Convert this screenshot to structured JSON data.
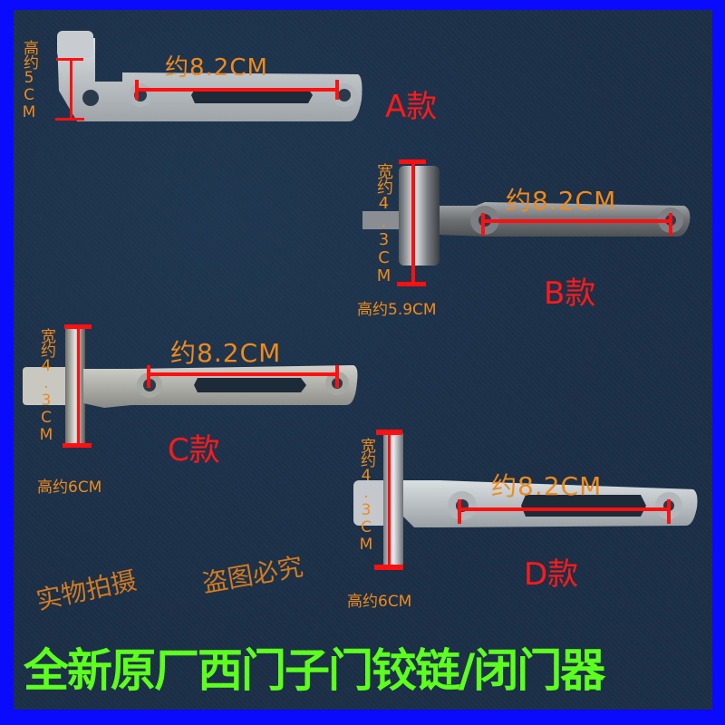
{
  "colors": {
    "border": "#0a0aff",
    "background": "#1b2f46",
    "dimension_text": "#ef8a1c",
    "model_label": "#ff1a1a",
    "measure_line": "#ff1010",
    "title": "#5dff1c"
  },
  "products": [
    {
      "model": "A款",
      "length": "约8.2CM",
      "height_vertical": "高约5CM"
    },
    {
      "model": "B款",
      "length": "约8.2CM",
      "width_vertical": "宽约4.3CM",
      "height": "高约5.9CM"
    },
    {
      "model": "C款",
      "length": "约8.2CM",
      "width_vertical": "宽约4.3CM",
      "height": "高约6CM"
    },
    {
      "model": "D款",
      "length": "约8.2CM",
      "width_vertical": "宽约4.3CM",
      "height": "高约6CM"
    }
  ],
  "stamps": {
    "real_photo": "实物拍摄",
    "no_theft": "盗图必究"
  },
  "title": "全新原厂西门子门铰链/闭门器"
}
